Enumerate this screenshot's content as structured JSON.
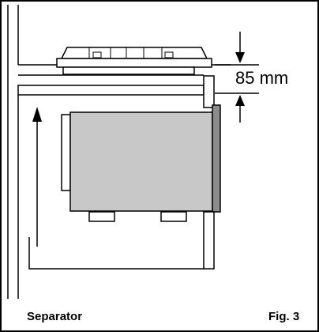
{
  "dimension": {
    "value_label": "85 mm"
  },
  "caption": {
    "title": "Separator",
    "figure": "Fig. 3"
  },
  "colors": {
    "line": "#000000",
    "oven_body": "#c8c8c8",
    "oven_front": "#8c8c8c",
    "background": "#ffffff"
  }
}
